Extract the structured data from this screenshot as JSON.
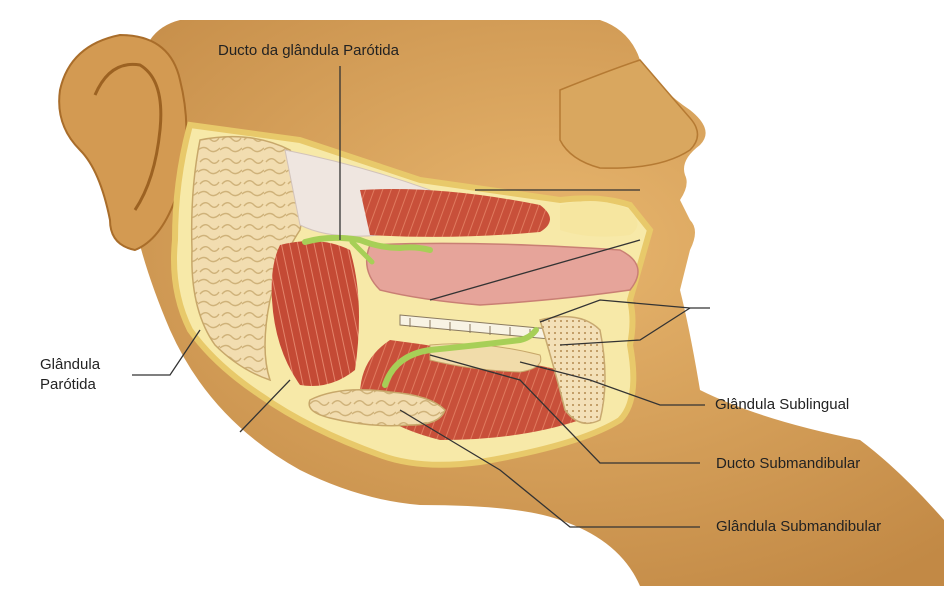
{
  "labels": {
    "parotid_duct": "Ducto da glândula Parótida",
    "parotid_gland_line1": "Glândula",
    "parotid_gland_line2": "Parótida",
    "sublingual_gland": "Glândula Sublingual",
    "submandibular_duct": "Ducto Submandibular",
    "submandibular_gland": "Glândula Submandibular"
  },
  "colors": {
    "skin": "#d7a15a",
    "skin_dark": "#b57a33",
    "cavity_border": "#f3e38a",
    "muscle": "#c9513a",
    "gland": "#f1dcaa",
    "duct": "#a7cf57",
    "tongue": "#e6a49a",
    "leader_line": "#333333"
  }
}
